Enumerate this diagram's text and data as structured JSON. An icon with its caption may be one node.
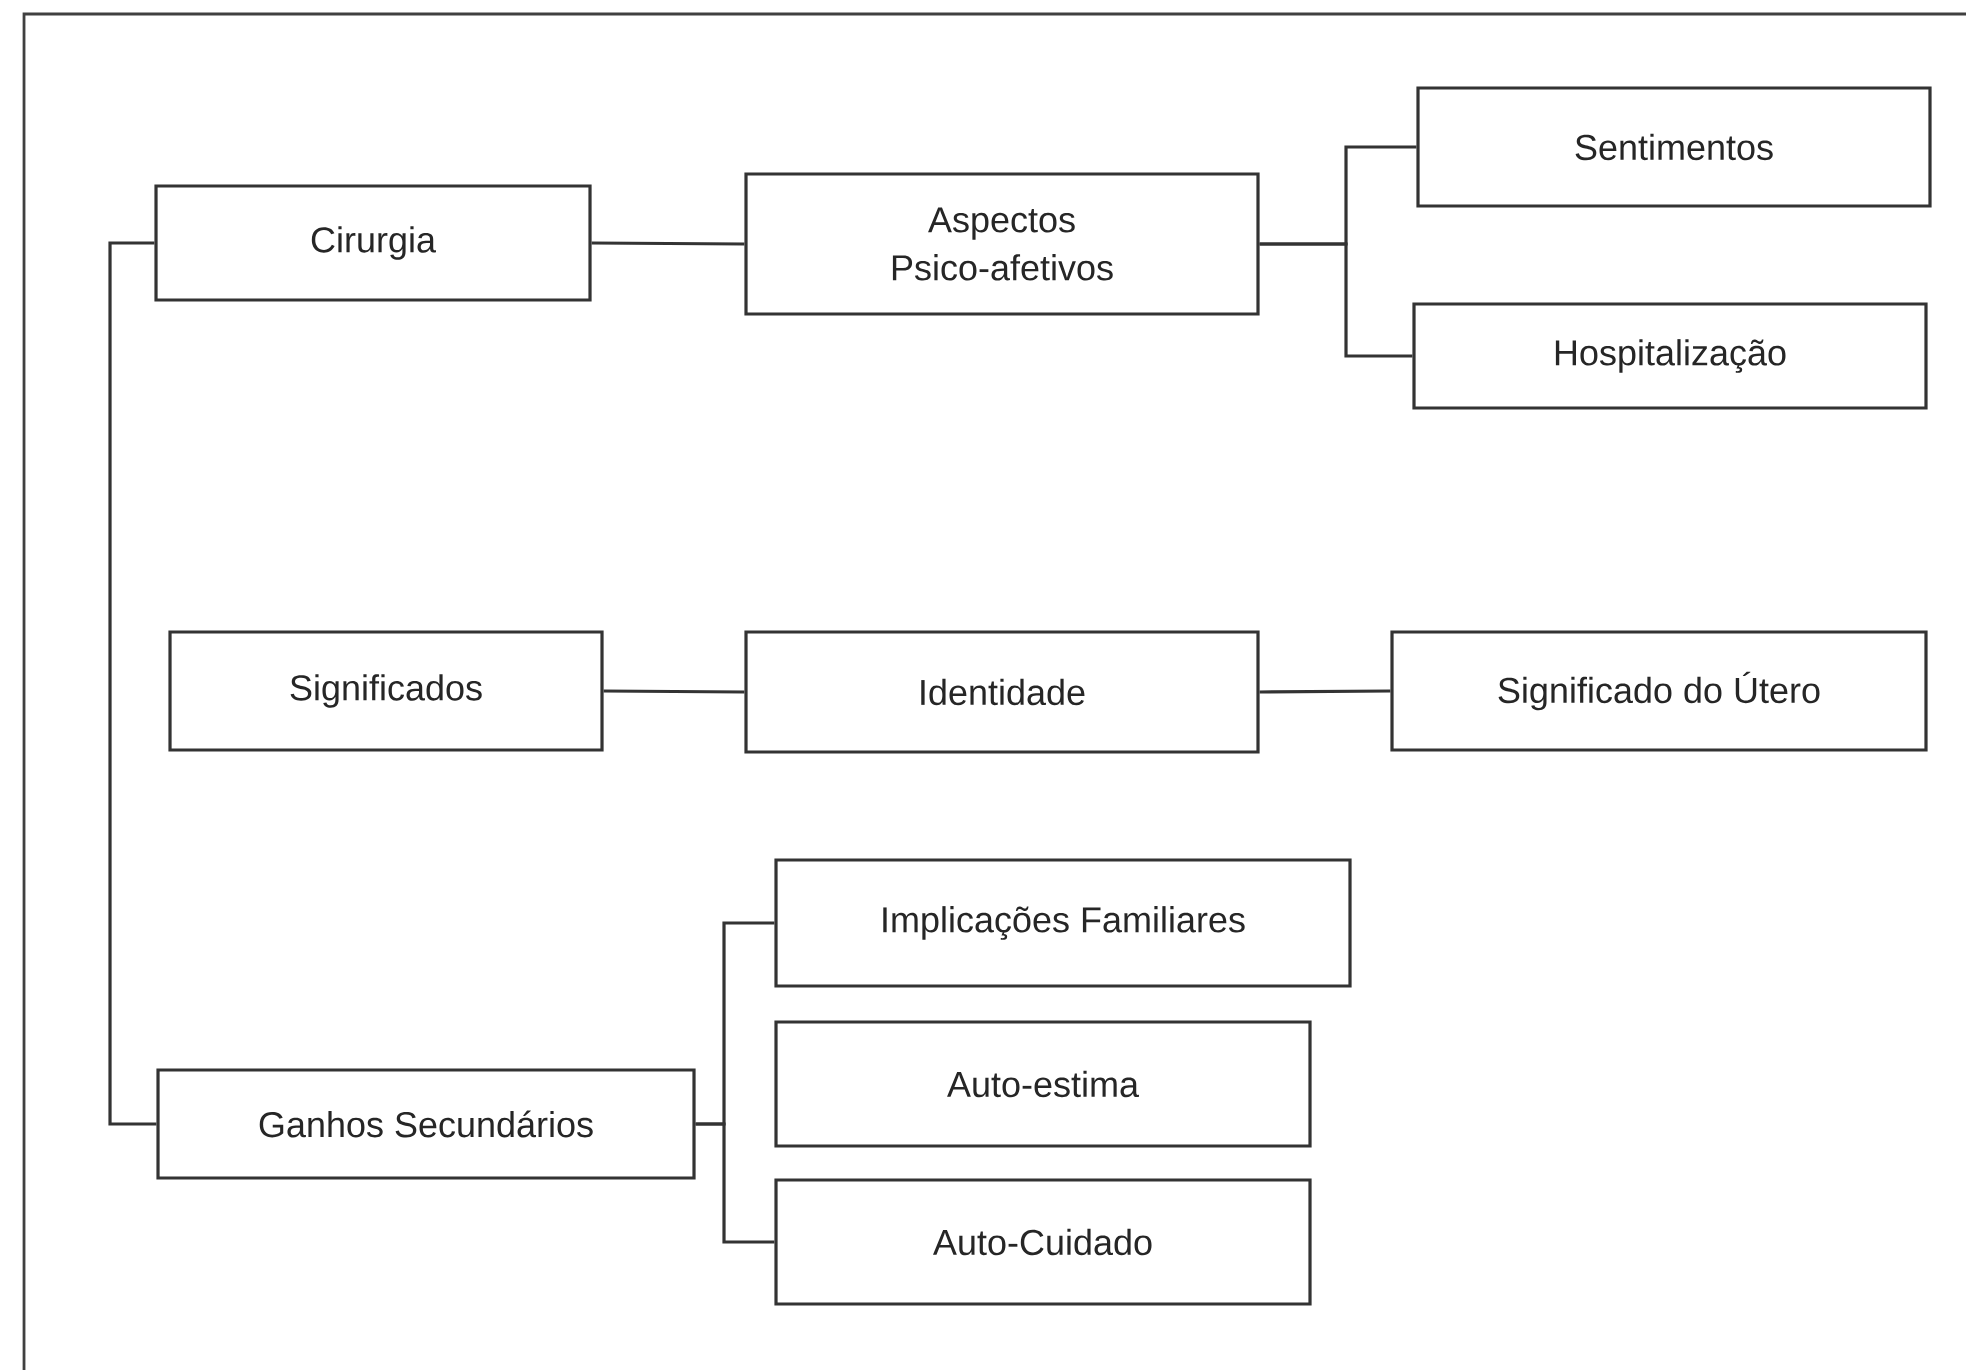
{
  "diagram": {
    "nodes": [
      {
        "text": [
          "Cirurgia"
        ]
      },
      {
        "text": [
          "Aspectos Psico-afetivos"
        ]
      },
      {
        "text": [
          "Sentimentos"
        ]
      },
      {
        "text": [
          "Hospitalização"
        ]
      },
      {
        "text": [
          "Significados"
        ]
      },
      {
        "text": [
          "Identidade"
        ]
      },
      {
        "text": [
          "Significado do Útero"
        ]
      },
      {
        "text": [
          "Ganhos Secundários"
        ]
      },
      {
        "text": [
          "Implicações Familiares"
        ]
      },
      {
        "text": [
          "Auto-estima"
        ]
      },
      {
        "text": [
          "Auto-Cuidado"
        ]
      }
    ],
    "edges": [
      {
        "from": 0,
        "to": 1,
        "arrow": "none"
      },
      {
        "from": 1,
        "to": 2,
        "arrow": "none"
      },
      {
        "from": 1,
        "to": 3,
        "arrow": "none"
      },
      {
        "from": 4,
        "to": 5,
        "arrow": "none"
      },
      {
        "from": 5,
        "to": 6,
        "arrow": "none"
      },
      {
        "from": 0,
        "to": 7,
        "arrow": "none"
      },
      {
        "from": 7,
        "to": 8,
        "arrow": "none"
      },
      {
        "from": 7,
        "to": 10,
        "arrow": "none"
      }
    ]
  }
}
